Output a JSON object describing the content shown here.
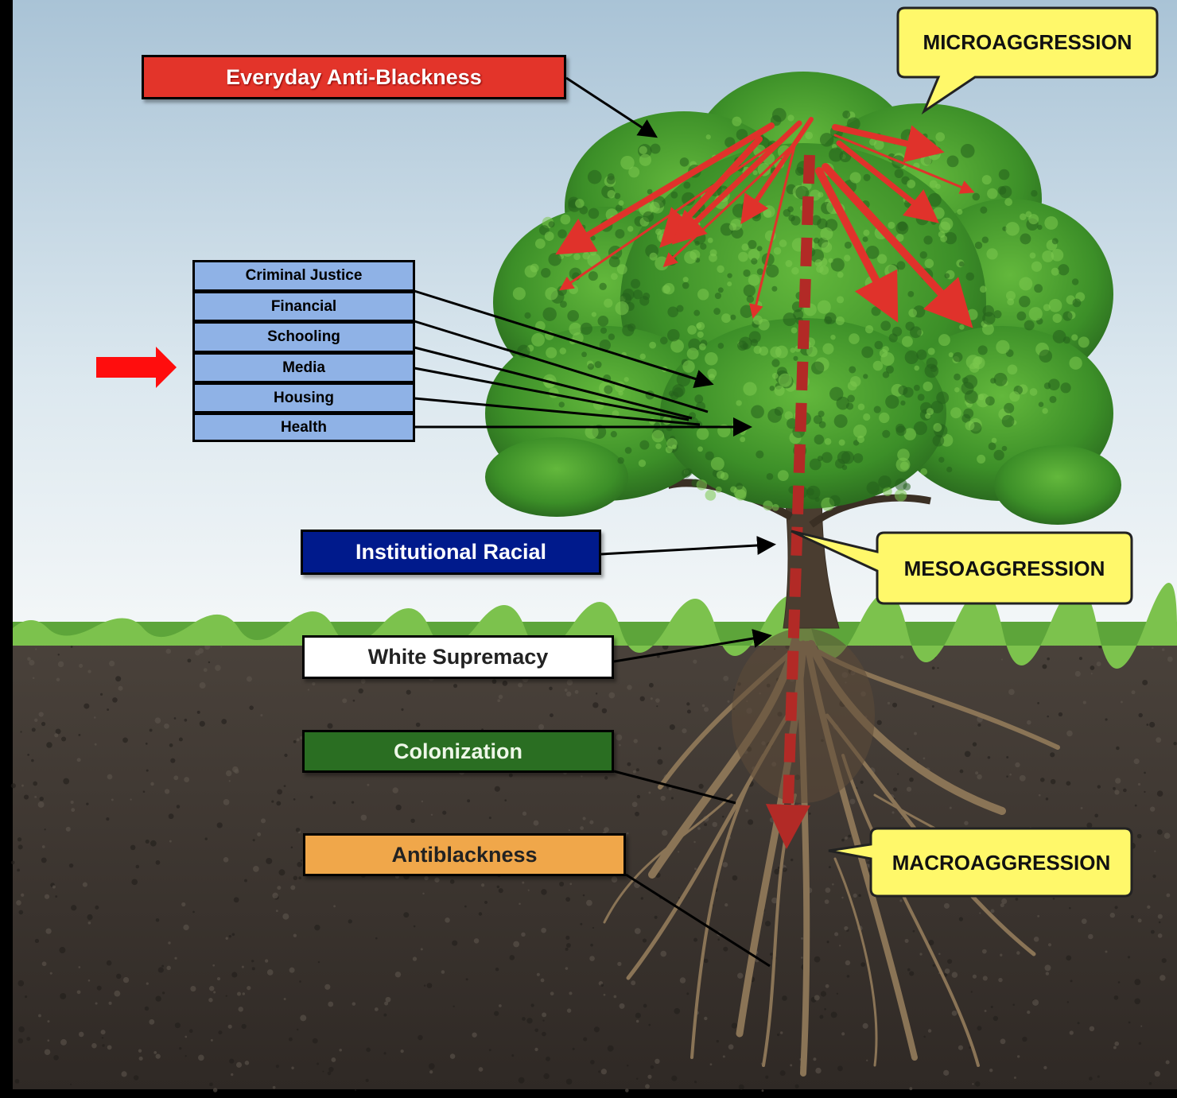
{
  "labels": {
    "everyday": "Everyday Anti-Blackness",
    "institutional": "Institutional Racial",
    "white_supremacy": "White Supremacy",
    "colonization": "Colonization",
    "antiblackness": "Antiblackness"
  },
  "sectors": [
    "Criminal Justice",
    "Financial",
    "Schooling",
    "Media",
    "Housing",
    "Health"
  ],
  "callouts": {
    "micro": "MICROAGGRESSION",
    "meso": "MESOAGGRESSION",
    "macro": "MACROAGGRESSION"
  },
  "colors": {
    "sky_top": "#a9c3d6",
    "sky_bottom": "#f2f6f8",
    "soil": "#3d3631",
    "foliage": "#3f9a2c",
    "trunk": "#4a3d30",
    "everyday_red": "#e3342a",
    "institutional_navy": "#001a8c",
    "colonization_green": "#2a6e22",
    "antiblackness_orange": "#f0a74a",
    "sector_blue": "#8fb2e6",
    "callout_yellow": "#fff86a",
    "arrow_red": "#e0322b",
    "dashed_dark_red": "#b22a26"
  },
  "icons": {
    "pointer": "red-right-arrow-icon",
    "tree": "tree-illustration"
  }
}
